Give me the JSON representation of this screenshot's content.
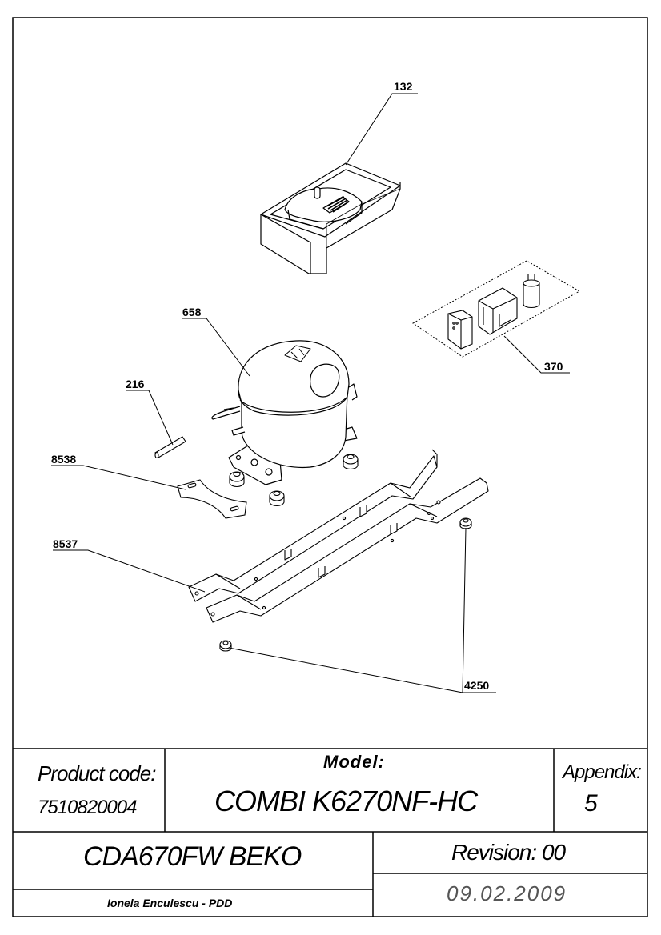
{
  "callouts": {
    "c132": "132",
    "c370": "370",
    "c658": "658",
    "c216": "216",
    "c8538": "8538",
    "c8537": "8537",
    "c4250": "4250"
  },
  "title_block": {
    "product_code_label": "Product code:",
    "product_code_value": "7510820004",
    "model_label": "Model:",
    "model_value": "COMBI K6270NF-HC",
    "appendix_label": "Appendix:",
    "appendix_value": "5",
    "brand_model": "CDA670FW BEKO",
    "revision": "Revision: 00",
    "author": "Ionela Enculescu - PDD",
    "date": "09.02.2009"
  }
}
